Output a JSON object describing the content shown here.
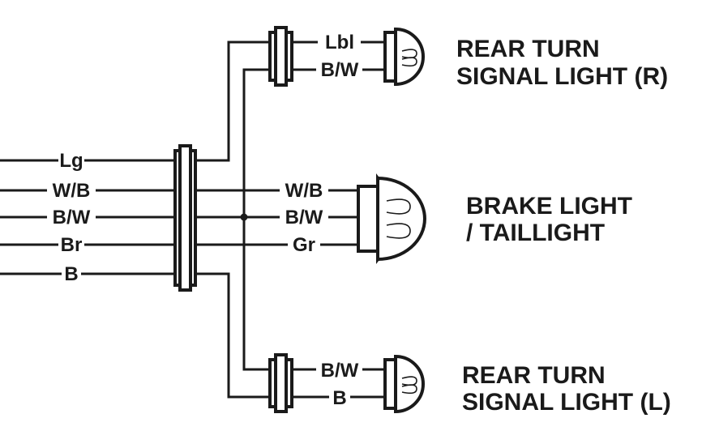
{
  "input_wires": [
    "Lg",
    "W/B",
    "B/W",
    "Br",
    "B"
  ],
  "right_turn_wires": [
    "Lbl",
    "B/W"
  ],
  "brake_wires": [
    "W/B",
    "B/W",
    "Gr"
  ],
  "left_turn_wires": [
    "B/W",
    "B"
  ],
  "right_turn_title": [
    "REAR TURN",
    "SIGNAL LIGHT (R)"
  ],
  "brake_title": [
    "BRAKE LIGHT",
    "/ TAILLIGHT"
  ],
  "left_turn_title": [
    "REAR TURN",
    "SIGNAL LIGHT (L)"
  ]
}
